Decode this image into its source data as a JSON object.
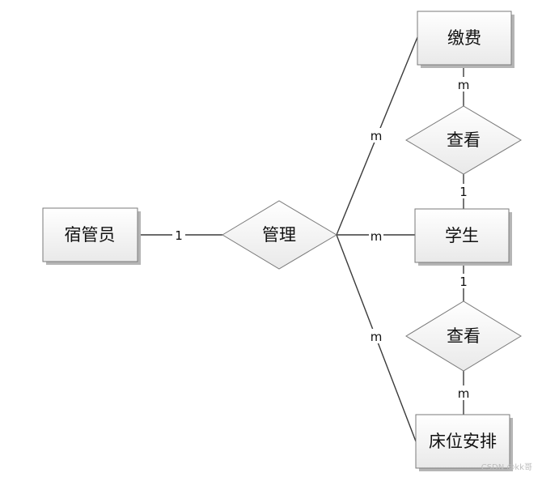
{
  "entities": {
    "dorm_admin": "宿管员",
    "payment": "缴费",
    "student": "学生",
    "bed_arrangement": "床位安排"
  },
  "relationships": {
    "manage": "管理",
    "view_payment": "查看",
    "view_bed": "查看"
  },
  "cardinalities": {
    "admin_manage": "1",
    "manage_payment": "m",
    "manage_student": "m",
    "manage_bed": "m",
    "payment_view": "m",
    "student_view_payment": "1",
    "student_view_bed": "1",
    "bed_view": "m"
  },
  "watermark": "CSDN @kk哥"
}
